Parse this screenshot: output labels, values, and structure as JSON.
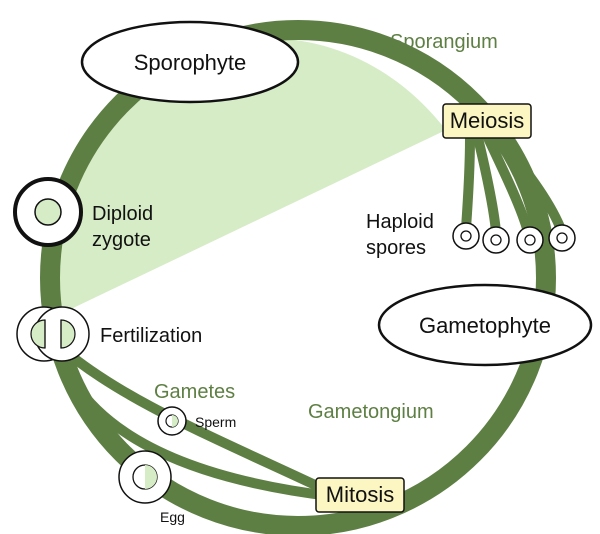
{
  "labels": {
    "sporophyte": "Sporophyte",
    "sporangium": "Sporangium",
    "meiosis": "Meiosis",
    "haploid_spores_line1": "Haploid",
    "haploid_spores_line2": "spores",
    "gametophyte": "Gametophyte",
    "gametongium": "Gametongium",
    "mitosis": "Mitosis",
    "gametes": "Gametes",
    "sperm": "Sperm",
    "egg": "Egg",
    "fertilization": "Fertilization",
    "diploid_line1": "Diploid",
    "zygote_line2": "zygote"
  },
  "colors": {
    "cycle_stroke": "#5e7f43",
    "diploid_fill": "#d6ecc6",
    "process_box_fill": "#fbf6c2",
    "green_text": "#5e7f43",
    "outline": "#111111"
  }
}
